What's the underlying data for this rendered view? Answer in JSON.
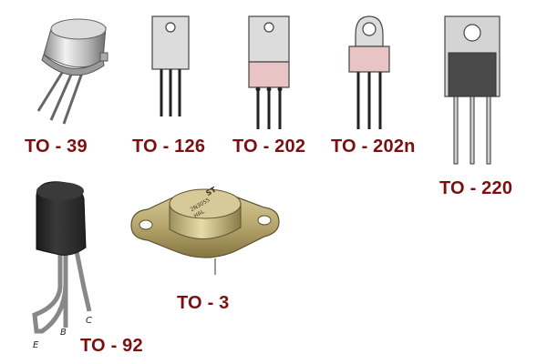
{
  "packages": [
    {
      "id": "to39",
      "label": "TO - 39"
    },
    {
      "id": "to126",
      "label": "TO - 126"
    },
    {
      "id": "to202",
      "label": "TO - 202"
    },
    {
      "id": "to202n",
      "label": "TO - 202n"
    },
    {
      "id": "to220",
      "label": "TO - 220"
    },
    {
      "id": "to92",
      "label": "TO - 92",
      "pins": [
        "E",
        "B",
        "C"
      ]
    },
    {
      "id": "to3",
      "label": "TO - 3"
    }
  ],
  "colors": {
    "label": "#7a1010",
    "tab_pink": "#e8c4c4",
    "tab_grey": "#d4d4d4",
    "body_dark": "#4a4a4a",
    "lead": "#333333"
  }
}
